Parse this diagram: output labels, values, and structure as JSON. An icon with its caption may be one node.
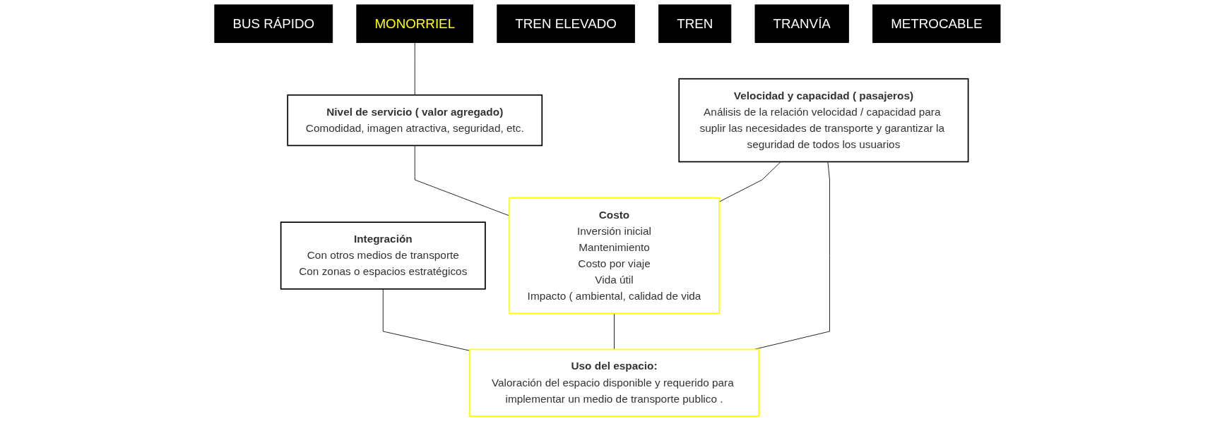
{
  "diagram": {
    "nodes": [
      {
        "text": [
          "BUS  RÁPIDO"
        ]
      },
      {
        "text": [
          "MONORRIEL"
        ]
      },
      {
        "text": [
          "TREN ELEVADO"
        ]
      },
      {
        "text": [
          "TREN"
        ]
      },
      {
        "text": [
          "TRANVÍA"
        ]
      },
      {
        "text": [
          "METROCABLE"
        ]
      },
      {
        "text": [
          "Nivel de servicio ( valor agregado)",
          "Comodidad, imagen atractiva, seguridad, etc."
        ]
      },
      {
        "text": [
          "Velocidad y capacidad ( pasajeros)",
          "Análisis de la relación velocidad / capacidad para suplir las necesidades de transporte y garantizar la seguridad de todos los usuarios"
        ]
      },
      {
        "text": [
          "Integración",
          "Con otros medios de transporte",
          "Con zonas o espacios estratégicos"
        ]
      },
      {
        "text": [
          "Costo",
          "Inversión inicial",
          "Mantenimiento",
          "Costo por viaje",
          "Vida útil",
          "Impacto  ( ambiental, calidad de vida"
        ]
      },
      {
        "text": [
          "Uso del espacio:",
          "Valoración del espacio disponible y requerido para implementar un medio de transporte publico ."
        ]
      }
    ],
    "edges": [
      {
        "from": 1,
        "to": 6,
        "arrow": "none"
      },
      {
        "from": 6,
        "to": 9,
        "arrow": "none"
      },
      {
        "from": 7,
        "to": 9,
        "arrow": "none"
      },
      {
        "from": 7,
        "to": 10,
        "arrow": "none"
      },
      {
        "from": 8,
        "to": 10,
        "arrow": "none"
      },
      {
        "from": 9,
        "to": 10,
        "arrow": "none"
      }
    ]
  }
}
